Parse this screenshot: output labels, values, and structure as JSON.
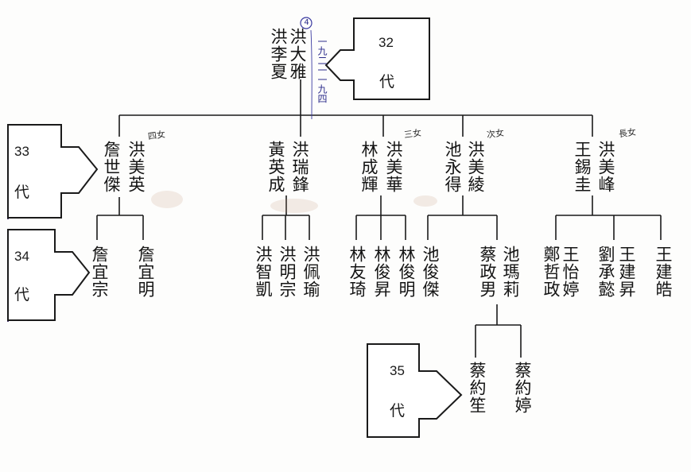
{
  "generations": [
    {
      "number": "32",
      "char": "代"
    },
    {
      "number": "33",
      "char": "代"
    },
    {
      "number": "34",
      "char": "代"
    },
    {
      "number": "35",
      "char": "代"
    }
  ],
  "gen32": {
    "root_husband": "洪大雅",
    "root_wife": "洪李夏",
    "circled_number": "4",
    "lifespan_note": "一九二一一九四"
  },
  "gen33": [
    {
      "wife": "洪美英",
      "husband": "詹世傑",
      "tag": "四女"
    },
    {
      "husband": "洪瑞鋒",
      "wife": "黃英成",
      "tag": ""
    },
    {
      "wife": "洪美華",
      "husband": "林成輝",
      "tag": "三女"
    },
    {
      "wife": "洪美綾",
      "husband": "池永得",
      "tag": "次女"
    },
    {
      "wife": "洪美峰",
      "husband": "王錫圭",
      "tag": "長女"
    }
  ],
  "gen34": [
    {
      "name": "詹宜宗"
    },
    {
      "name": "詹宜明"
    },
    {
      "name": "洪智凱"
    },
    {
      "name": "洪明宗"
    },
    {
      "name": "洪佩瑜"
    },
    {
      "name": "林友琦"
    },
    {
      "name": "林俊昇"
    },
    {
      "name": "林俊明"
    },
    {
      "name": "池俊傑"
    },
    {
      "name": "池瑪莉",
      "spouse": "蔡政男"
    },
    {
      "name": "王怡婷",
      "spouse": "鄭哲政"
    },
    {
      "name": "王建昇",
      "spouse": "劉承懿"
    },
    {
      "name": "王建皓"
    }
  ],
  "gen35": [
    {
      "name": "蔡約笙"
    },
    {
      "name": "蔡約婷"
    }
  ]
}
